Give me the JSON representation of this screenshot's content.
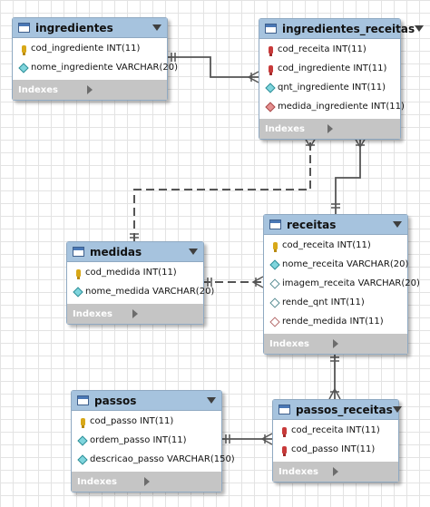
{
  "footer_label": "Indexes",
  "tables": {
    "ingredientes": {
      "name": "ingredientes",
      "columns": [
        {
          "text": "cod_ingrediente INT(11)",
          "icon": "primary-key-icon"
        },
        {
          "text": "nome_ingrediente VARCHAR(20)",
          "icon": "column-diamond-icon"
        }
      ]
    },
    "ingredientes_receitas": {
      "name": "ingredientes_receitas",
      "columns": [
        {
          "text": "cod_receita INT(11)",
          "icon": "foreign-key-icon"
        },
        {
          "text": "cod_ingrediente INT(11)",
          "icon": "foreign-key-icon"
        },
        {
          "text": "qnt_ingrediente INT(11)",
          "icon": "column-diamond-icon"
        },
        {
          "text": "medida_ingrediente INT(11)",
          "icon": "foreign-column-diamond-icon"
        }
      ]
    },
    "medidas": {
      "name": "medidas",
      "columns": [
        {
          "text": "cod_medida INT(11)",
          "icon": "primary-key-icon"
        },
        {
          "text": "nome_medida VARCHAR(20)",
          "icon": "column-diamond-icon"
        }
      ]
    },
    "receitas": {
      "name": "receitas",
      "columns": [
        {
          "text": "cod_receita INT(11)",
          "icon": "primary-key-icon"
        },
        {
          "text": "nome_receita VARCHAR(20)",
          "icon": "column-diamond-icon"
        },
        {
          "text": "imagem_receita VARCHAR(20)",
          "icon": "nullable-column-diamond-icon"
        },
        {
          "text": "rende_qnt INT(11)",
          "icon": "nullable-column-diamond-icon"
        },
        {
          "text": "rende_medida INT(11)",
          "icon": "nullable-foreign-column-diamond-icon"
        }
      ]
    },
    "passos": {
      "name": "passos",
      "columns": [
        {
          "text": "cod_passo INT(11)",
          "icon": "primary-key-icon"
        },
        {
          "text": "ordem_passo INT(11)",
          "icon": "column-diamond-icon"
        },
        {
          "text": "descricao_passo VARCHAR(150)",
          "icon": "column-diamond-icon"
        }
      ]
    },
    "passos_receitas": {
      "name": "passos_receitas",
      "columns": [
        {
          "text": "cod_receita INT(11)",
          "icon": "foreign-key-icon"
        },
        {
          "text": "cod_passo INT(11)",
          "icon": "foreign-key-icon"
        }
      ]
    }
  },
  "colors": {
    "header": "#a6c3de",
    "border": "#8fa9c2",
    "footer": "#c5c5c5",
    "line": "#555555"
  }
}
